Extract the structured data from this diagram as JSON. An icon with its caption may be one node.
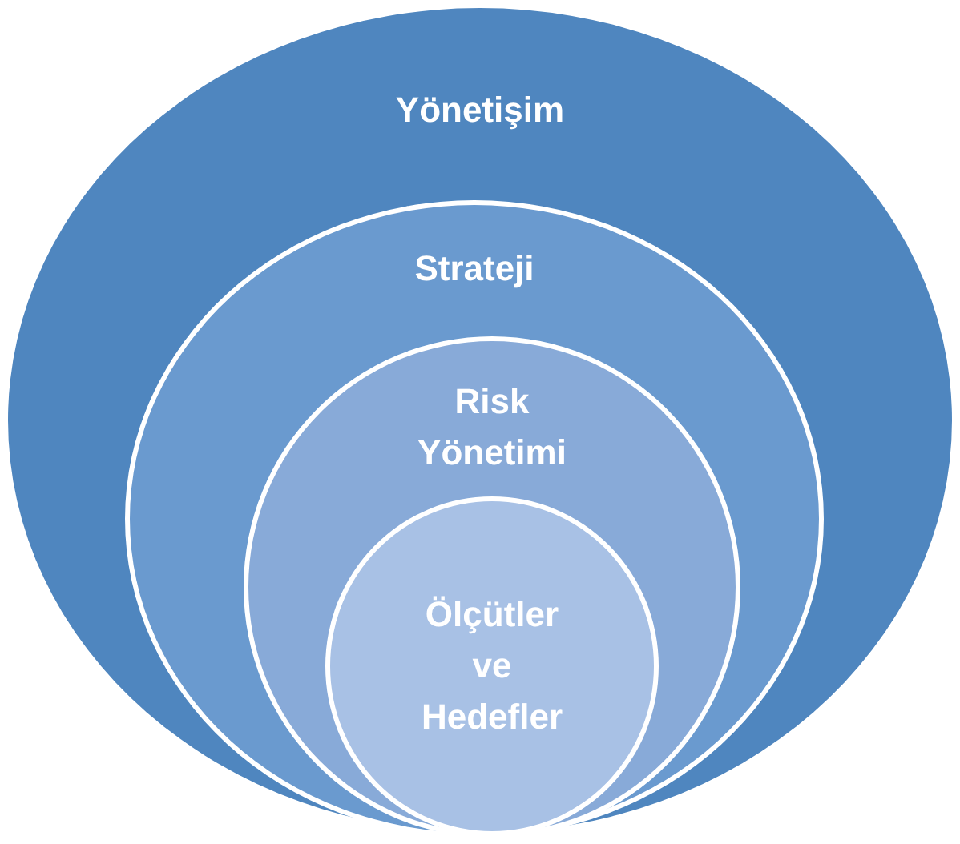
{
  "diagram": {
    "nodes": [
      {
        "text": [
          "Yönetişim"
        ]
      },
      {
        "text": [
          "Strateji"
        ],
        "in": 0
      },
      {
        "text": [
          "Risk Yönetimi"
        ],
        "in": 1
      },
      {
        "text": [
          "Ölçütler ve Hedefler"
        ],
        "in": 2
      }
    ]
  }
}
